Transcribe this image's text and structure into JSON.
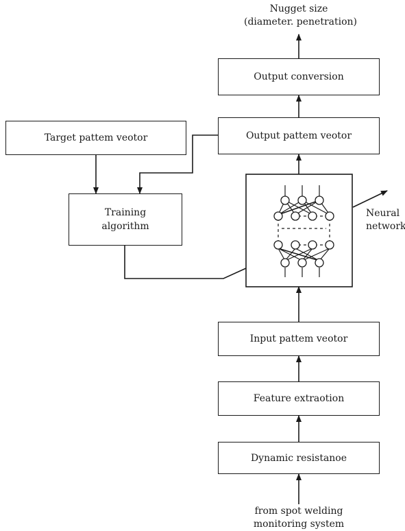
{
  "labels": {
    "output_top_line1": "Nugget size",
    "output_top_line2": "(diameter. penetration)",
    "neural_line1": "Neural",
    "neural_line2": "network",
    "input_bottom_line1": "from spot welding",
    "input_bottom_line2": "monitoring system"
  },
  "boxes": {
    "output_conversion": "Output conversion",
    "output_pattern": "Output pattem veotor",
    "target_pattern": "Target pattem veotor",
    "training_line1": "Training",
    "training_line2": "algorithm",
    "input_pattern": "Input pattem veotor",
    "feature_extraction": "Feature extraotion",
    "dynamic_resistance": "Dynamic resistanoe"
  }
}
